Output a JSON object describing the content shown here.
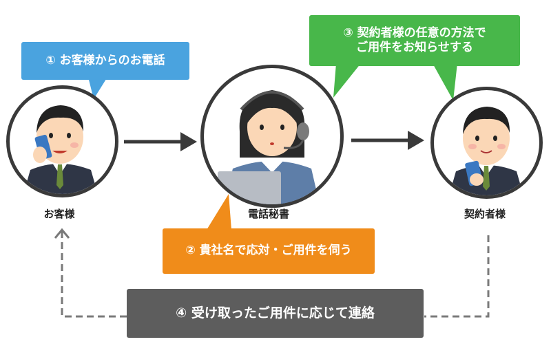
{
  "colors": {
    "blue": "#4aa3df",
    "green": "#48b74a",
    "orange": "#f08c1a",
    "gray": "#5d5d5d",
    "outline": "#3a3a3a",
    "dashed": "#7a7a7a"
  },
  "bubbles": {
    "step1": "① お客様からのお電話",
    "step2": "② 貴社名で応対・ご用件を伺う",
    "step3_line1": "③ 契約者様の任意の方法で",
    "step3_line2": "ご用件をお知らせする",
    "step4": "④ 受け取ったご用件に応じて連絡"
  },
  "nodes": {
    "customer": "お客様",
    "secretary": "電話秘書",
    "contractor": "契約者様"
  }
}
